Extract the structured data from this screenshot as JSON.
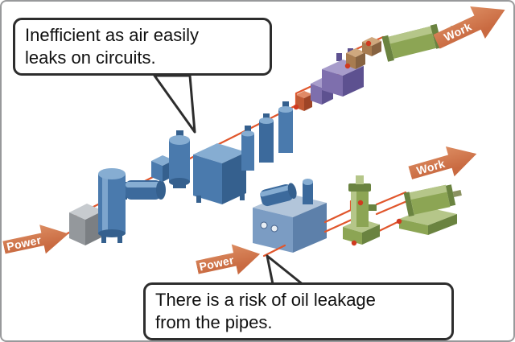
{
  "callouts": {
    "air": {
      "text": "Inefficient as air easily\nleaks on circuits."
    },
    "oil": {
      "text": "There is a risk of oil leakage\nfrom the pipes."
    }
  },
  "arrows": {
    "power_pneumatic": {
      "label": "Power"
    },
    "work_pneumatic": {
      "label": "Work"
    },
    "power_hydraulic": {
      "label": "Power"
    },
    "work_hydraulic": {
      "label": "Work"
    }
  },
  "colors": {
    "canvas_border": "#98999b",
    "bubble_border": "#2d2d2d",
    "pipe": "#e0562c",
    "junction_dot": "#d03a20",
    "arrow_orange": "#c96a41",
    "pneumatic_blue": "#4a7aad",
    "hydraulic_blue": "#7b9cc3",
    "actuator_green": "#8ca554",
    "valve_purple": "#7e6fad",
    "compressor_gray": "#94989c"
  }
}
